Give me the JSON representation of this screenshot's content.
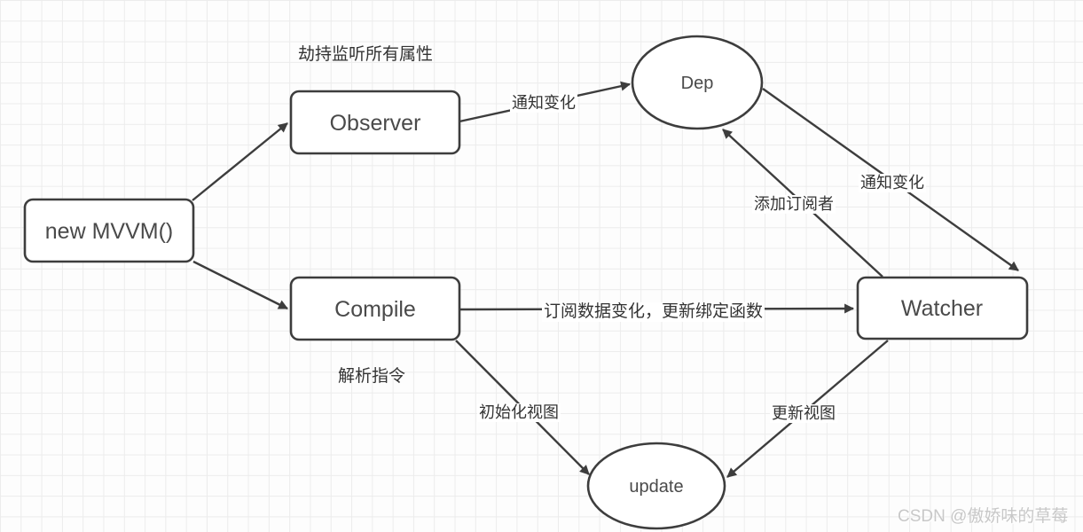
{
  "nodes": {
    "new_mvvm": {
      "label": "new MVVM()"
    },
    "observer": {
      "label": "Observer"
    },
    "compile": {
      "label": "Compile"
    },
    "watcher": {
      "label": "Watcher"
    },
    "dep": {
      "label": "Dep"
    },
    "update": {
      "label": "update"
    }
  },
  "annotations": {
    "hijack_listen": "劫持监听所有属性",
    "notify_change_left": "通知变化",
    "notify_change_right": "通知变化",
    "add_subscriber": "添加订阅者",
    "subscribe_update_binding": "订阅数据变化，更新绑定函数",
    "parse_directives": "解析指令",
    "init_view": "初始化视图",
    "update_view": "更新视图"
  },
  "watermark": {
    "text": "CSDN @傲娇味的草莓"
  },
  "colors": {
    "stroke": "#3d3d3d",
    "node_text": "#4a4a4a",
    "label_text": "#333333",
    "grid_line": "#ececec",
    "background": "#fdfdfd",
    "watermark": "#c8c8c8"
  }
}
